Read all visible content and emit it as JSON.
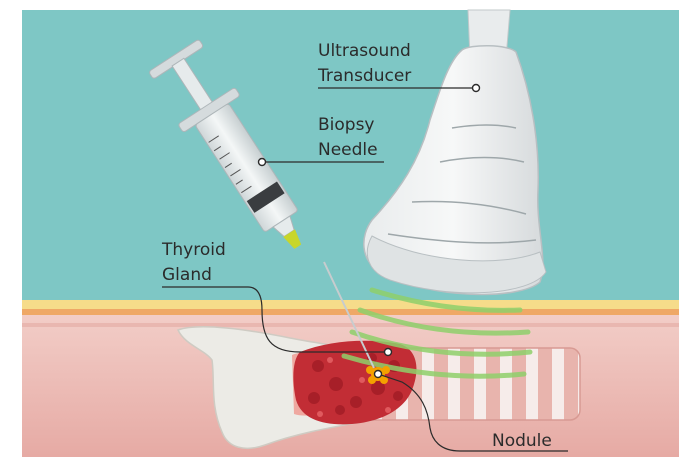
{
  "labels": {
    "transducer": [
      "Ultrasound",
      "Transducer"
    ],
    "needle": [
      "Biopsy",
      "Needle"
    ],
    "thyroid": [
      "Thyroid",
      "Gland"
    ],
    "nodule": "Nodule"
  },
  "colors": {
    "background_teal": "#7ec7c5",
    "skin_yellow": "#f6dc8a",
    "skin_orange": "#efa866",
    "tissue_pink": "#efc3bd",
    "thyroid_red": "#c22d35",
    "nodule_orange": "#f4a100",
    "wave_green": "#8fd06b",
    "needle_hub_yellow": "#c8d62a",
    "line_color": "#2b2b2b"
  }
}
